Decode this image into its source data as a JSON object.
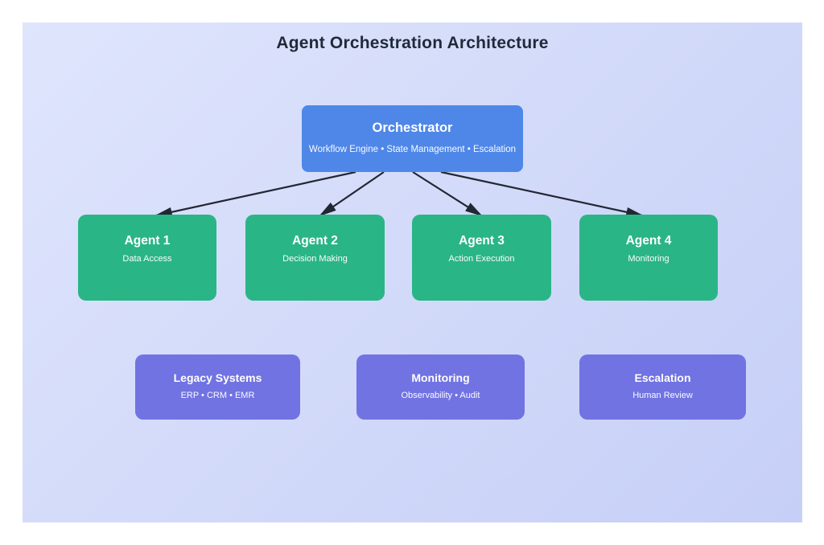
{
  "theme": {
    "page-bg": "#ffffff",
    "canvas-start": "#dfe5fc",
    "canvas-end": "#c6cff7",
    "title-color": "#1f2a3a",
    "c-orchestrator": "#4e87e8",
    "c-agent": "#2ab586",
    "c-system": "#7173e2",
    "node-text": "#ffffff",
    "arrow-color": "#232733"
  },
  "title": "Agent Orchestration Architecture",
  "orchestrator": {
    "title": "Orchestrator",
    "subtitle": "Workflow Engine • State Management • Escalation"
  },
  "agents": [
    {
      "title": "Agent 1",
      "subtitle": "Data Access"
    },
    {
      "title": "Agent 2",
      "subtitle": "Decision Making"
    },
    {
      "title": "Agent 3",
      "subtitle": "Action Execution"
    },
    {
      "title": "Agent 4",
      "subtitle": "Monitoring"
    }
  ],
  "systems": [
    {
      "title": "Legacy Systems",
      "subtitle": "ERP • CRM • EMR"
    },
    {
      "title": "Monitoring",
      "subtitle": "Observability • Audit"
    },
    {
      "title": "Escalation",
      "subtitle": "Human Review"
    }
  ]
}
